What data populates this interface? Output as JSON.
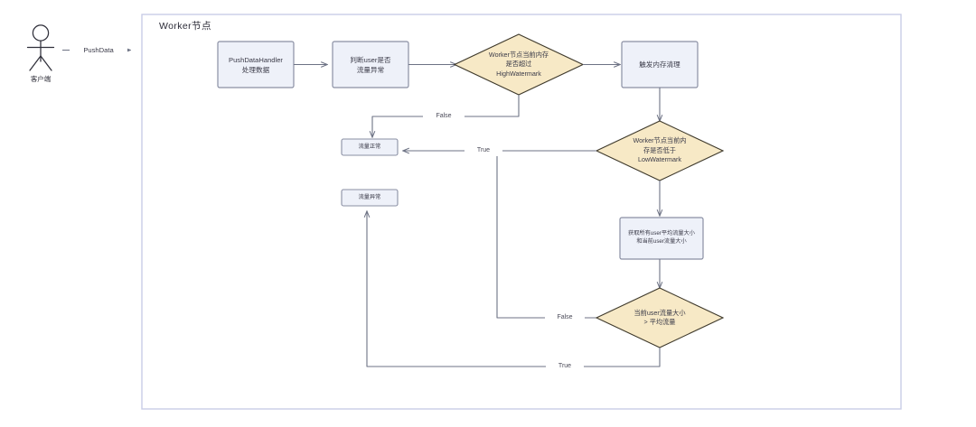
{
  "diagram": {
    "title": "Worker节点",
    "actor": {
      "name": "客户端",
      "icon": "actor-stick-figure"
    },
    "entry_edge": {
      "label": "PushData"
    },
    "colors": {
      "process_fill": "#eef1f9",
      "process_stroke": "#8a8fa3",
      "decision_fill": "#f7e9c6",
      "decision_stroke": "#3f3a2c",
      "edge_stroke": "#6d7284",
      "container_stroke": "#c9cee6",
      "text": "#3a3a48"
    },
    "nodes": [
      {
        "id": "push_handler",
        "type": "process",
        "label": "PushDataHandler\n处理数据"
      },
      {
        "id": "judge_user",
        "type": "process",
        "label": "判断user是否\n流量异常"
      },
      {
        "id": "high_mark",
        "type": "decision",
        "label": "Worker节点当前内存\n是否超过\nHighWatermark"
      },
      {
        "id": "trigger_clean",
        "type": "process",
        "label": "触发内存清理"
      },
      {
        "id": "low_mark",
        "type": "decision",
        "label": "Worker节点当前内\n存是否低于\nLowWatermark"
      },
      {
        "id": "get_avg",
        "type": "process",
        "label": "获取所有user平均流量大小\n和当前user流量大小"
      },
      {
        "id": "cmp_avg",
        "type": "decision",
        "label": "当前user流量大小\n> 平均流量"
      },
      {
        "id": "traffic_ok",
        "type": "terminal",
        "label": "流量正常"
      },
      {
        "id": "traffic_bad",
        "type": "terminal",
        "label": "流量异常"
      }
    ],
    "edges": [
      {
        "from": "actor",
        "to": "push_handler",
        "label": "PushData"
      },
      {
        "from": "push_handler",
        "to": "judge_user",
        "label": ""
      },
      {
        "from": "judge_user",
        "to": "high_mark",
        "label": ""
      },
      {
        "from": "high_mark",
        "to": "trigger_clean",
        "label": ""
      },
      {
        "from": "high_mark",
        "to": "traffic_ok",
        "label": "False"
      },
      {
        "from": "trigger_clean",
        "to": "low_mark",
        "label": ""
      },
      {
        "from": "low_mark",
        "to": "traffic_ok",
        "label": "True"
      },
      {
        "from": "low_mark",
        "to": "get_avg",
        "label": ""
      },
      {
        "from": "get_avg",
        "to": "cmp_avg",
        "label": ""
      },
      {
        "from": "cmp_avg",
        "to": "traffic_ok",
        "label": "False"
      },
      {
        "from": "cmp_avg",
        "to": "traffic_bad",
        "label": "True"
      }
    ],
    "edge_labels": {
      "high_false": "False",
      "low_true": "True",
      "cmp_false": "False",
      "cmp_true": "True"
    }
  }
}
